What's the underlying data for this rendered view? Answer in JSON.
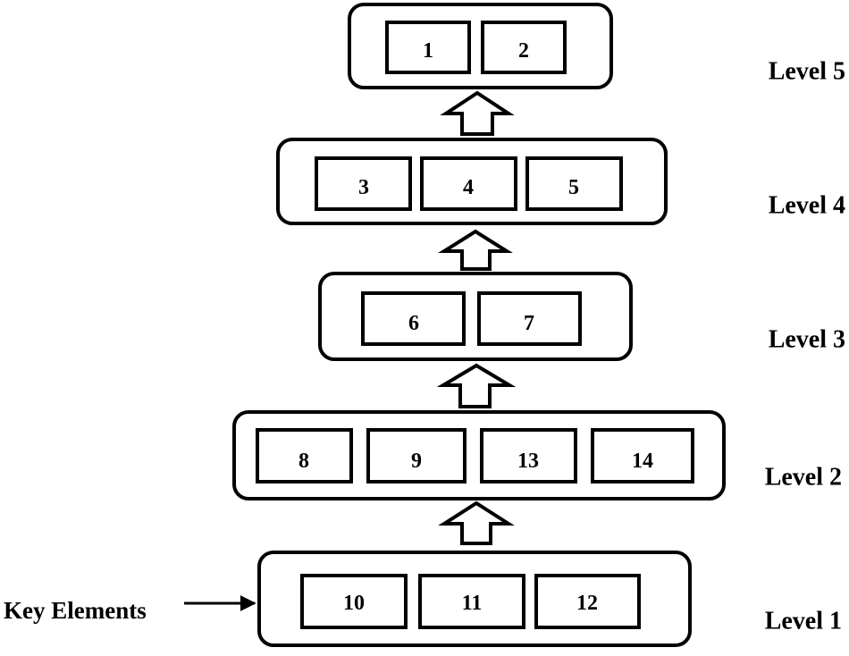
{
  "levels": [
    {
      "label": "Level 5",
      "elements": [
        "1",
        "2"
      ]
    },
    {
      "label": "Level 4",
      "elements": [
        "3",
        "4",
        "5"
      ]
    },
    {
      "label": "Level 3",
      "elements": [
        "6",
        "7"
      ]
    },
    {
      "label": "Level 2",
      "elements": [
        "8",
        "9",
        "13",
        "14"
      ]
    },
    {
      "label": "Level 1",
      "elements": [
        "10",
        "11",
        "12"
      ]
    }
  ],
  "key_label": "Key Elements"
}
